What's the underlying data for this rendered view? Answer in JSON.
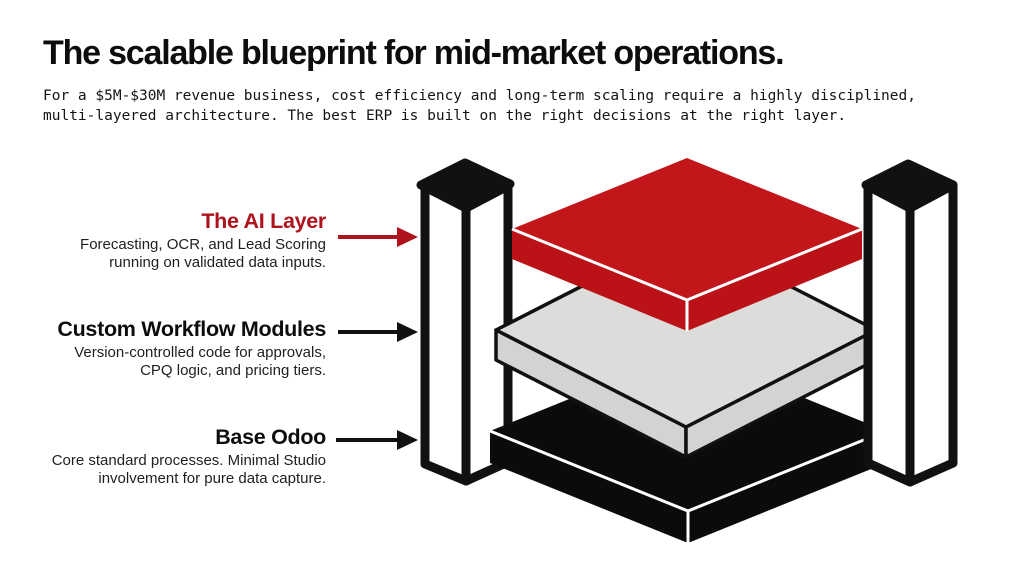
{
  "header": {
    "title": "The scalable blueprint for mid-market operations.",
    "subtitle_line1": "For a $5M-$30M revenue business, cost efficiency and long-term scaling require a highly disciplined,",
    "subtitle_line2": "multi-layered architecture. The best ERP is built on the right decisions at the right layer."
  },
  "diagram": {
    "layers": [
      {
        "name": "The AI Layer",
        "description_line1": "Forecasting, OCR, and Lead Scoring",
        "description_line2": "running on validated data inputs.",
        "arrow_color": "#ae121c",
        "slab_top_color": "#c3161a",
        "slab_side_color": "#bb1217"
      },
      {
        "name": "Custom Workflow Modules",
        "description_line1": "Version-controlled code for approvals,",
        "description_line2": "CPQ logic, and pricing tiers.",
        "arrow_color": "#111111",
        "slab_top_color": "#dcdcda",
        "slab_side_color": "#d3d3d1"
      },
      {
        "name": "Base Odoo",
        "description_line1": "Core standard processes. Minimal Studio",
        "description_line2": "involvement for pure data capture.",
        "arrow_color": "#111111",
        "slab_top_color": "#0b0b0b",
        "slab_side_color": "#0b0b0b"
      }
    ],
    "colors": {
      "outline": "#111111",
      "pillar_fill": "#ffffff",
      "pillar_top": "#111111",
      "edge_highlight": "#ffffff"
    }
  }
}
